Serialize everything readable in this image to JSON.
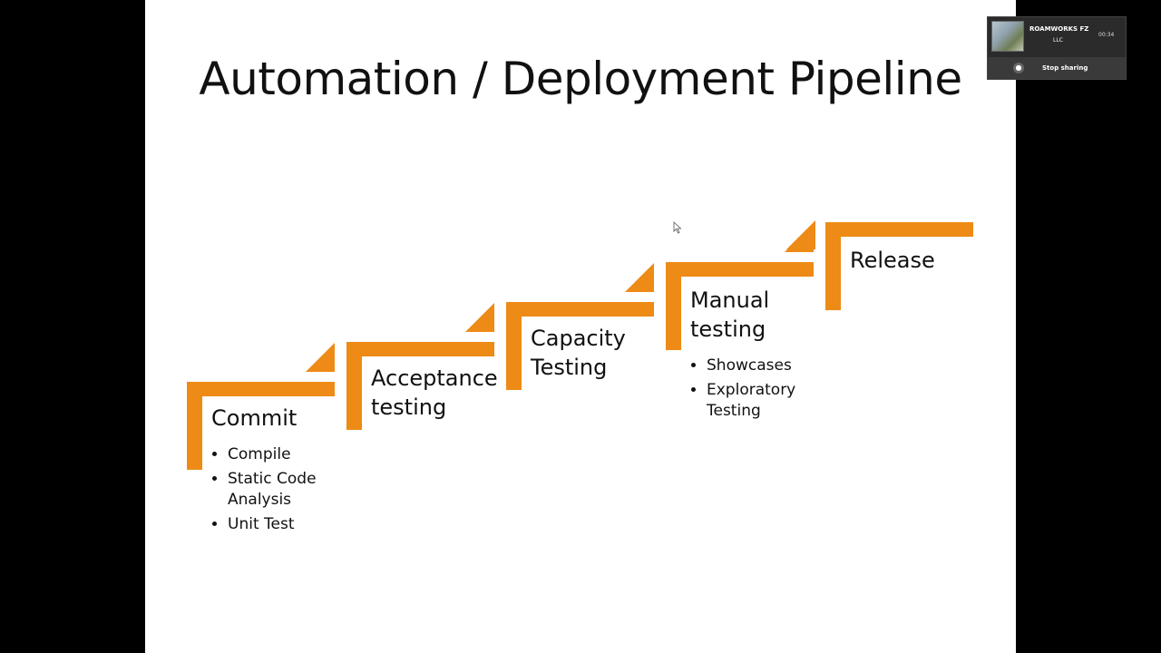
{
  "slide": {
    "title": "Automation / Deployment Pipeline",
    "accent_color": "#ED8B16",
    "steps": [
      {
        "label": "Commit",
        "bullets": [
          "Compile",
          "Static Code\nAnalysis",
          "Unit Test"
        ]
      },
      {
        "label": "Acceptance\ntesting",
        "bullets": []
      },
      {
        "label": "Capacity\nTesting",
        "bullets": []
      },
      {
        "label": "Manual\ntesting",
        "bullets": [
          "Showcases",
          "Exploratory\nTesting"
        ]
      },
      {
        "label": "Release",
        "bullets": []
      }
    ]
  },
  "share_widget": {
    "name": "ROAMWORKS FZ",
    "sub": "LLC",
    "time": "00:34",
    "stop_label": "Stop sharing",
    "stop_icon": "screen-share-icon"
  }
}
